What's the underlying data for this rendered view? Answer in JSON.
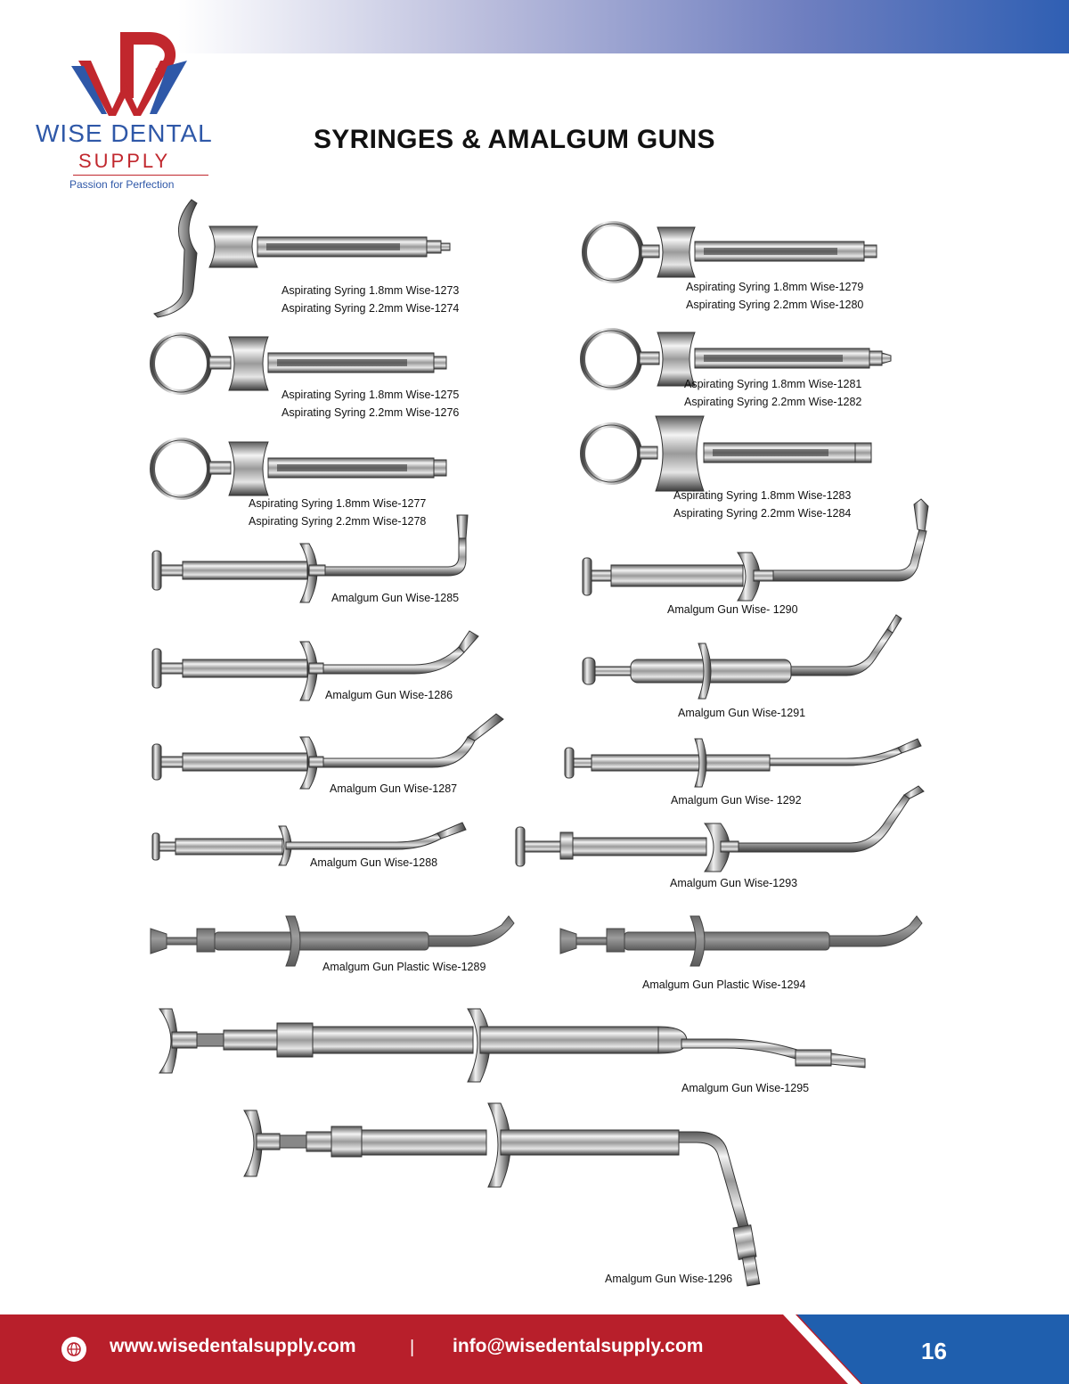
{
  "brand": {
    "name": "WISE DENTAL",
    "supply": "SUPPLY",
    "tagline": "Passion for Perfection",
    "colors": {
      "red": "#c1272d",
      "blue": "#2f58a8"
    }
  },
  "title": "SYRINGES & AMALGUM GUNS",
  "products": [
    {
      "line1": "Aspirating Syring 1.8mm Wise-1273",
      "line2": "Aspirating Syring 2.2mm Wise-1274"
    },
    {
      "line1": "Aspirating Syring 1.8mm Wise-1279",
      "line2": "Aspirating Syring 2.2mm Wise-1280"
    },
    {
      "line1": "Aspirating Syring 1.8mm Wise-1275",
      "line2": "Aspirating Syring 2.2mm Wise-1276"
    },
    {
      "line1": "Aspirating Syring 1.8mm Wise-1281",
      "line2": "Aspirating Syring 2.2mm Wise-1282"
    },
    {
      "line1": "Aspirating Syring 1.8mm Wise-1277",
      "line2": "Aspirating Syring 2.2mm Wise-1278"
    },
    {
      "line1": "Aspirating Syring 1.8mm Wise-1283",
      "line2": "Aspirating Syring 2.2mm Wise-1284"
    },
    {
      "line1": "Amalgum Gun Wise-1285"
    },
    {
      "line1": "Amalgum Gun Wise- 1290"
    },
    {
      "line1": "Amalgum Gun Wise-1286"
    },
    {
      "line1": "Amalgum Gun Wise-1291"
    },
    {
      "line1": "Amalgum Gun Wise-1287"
    },
    {
      "line1": "Amalgum Gun Wise- 1292"
    },
    {
      "line1": "Amalgum Gun Wise-1288"
    },
    {
      "line1": "Amalgum Gun Wise-1293"
    },
    {
      "line1": "Amalgum Gun Plastic Wise-1289"
    },
    {
      "line1": "Amalgum Gun Plastic Wise-1294"
    },
    {
      "line1": "Amalgum Gun Wise-1295"
    },
    {
      "line1": "Amalgum Gun Wise-1296"
    }
  ],
  "footer": {
    "website": "www.wisedentalsupply.com",
    "separator": "|",
    "email": "info@wisedentalsupply.com",
    "page": "16",
    "colors": {
      "red": "#b81f2b",
      "blue": "#1f5fae"
    }
  }
}
